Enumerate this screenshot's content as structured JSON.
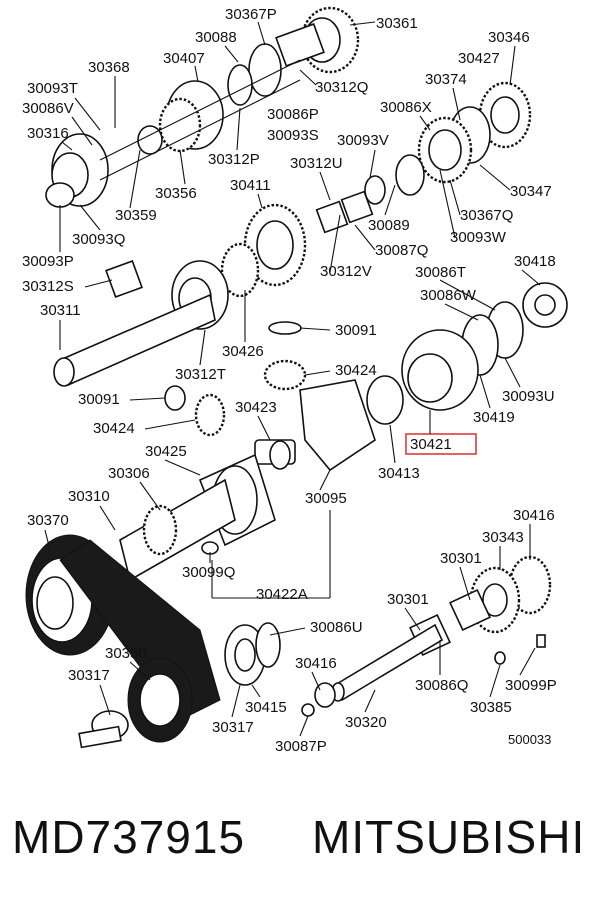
{
  "diagram": {
    "drawing_code": "500033",
    "highlighted_part": "30421",
    "highlight_color": "#e03a3a",
    "labels": [
      "30367P",
      "30361",
      "30088",
      "30407",
      "30368",
      "30346",
      "30427",
      "30093T",
      "30086V",
      "30316",
      "30312Q",
      "30086P",
      "30374",
      "30086X",
      "30093S",
      "30312P",
      "30093V",
      "30312U",
      "30411",
      "30356",
      "30359",
      "30093Q",
      "30093P",
      "30312S",
      "30311",
      "30089",
      "30367Q",
      "30093W",
      "30347",
      "30087Q",
      "30312V",
      "30086T",
      "30418",
      "30086W",
      "30091",
      "30426",
      "30312T",
      "30424",
      "30091",
      "30424",
      "30423",
      "30093U",
      "30419",
      "30421",
      "30425",
      "30306",
      "30310",
      "30370",
      "30413",
      "30095",
      "30099Q",
      "30422A",
      "30416",
      "30343",
      "30301",
      "30086U",
      "30350",
      "30317",
      "30416",
      "30415",
      "30317",
      "30087P",
      "30320",
      "30086Q",
      "30099P",
      "30385"
    ]
  },
  "footer": {
    "part_number": "MD737915",
    "brand": "MITSUBISHI"
  }
}
